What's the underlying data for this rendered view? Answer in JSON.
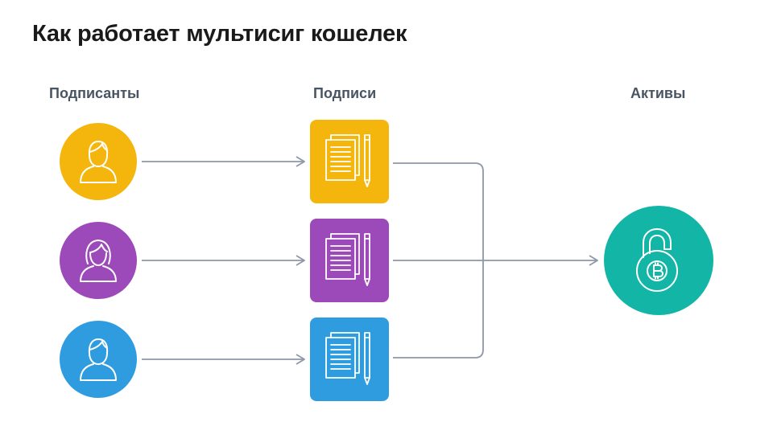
{
  "title": "Как работает мультисиг кошелек",
  "columns": {
    "signers": "Подписанты",
    "signatures": "Подписи",
    "assets": "Активы"
  },
  "colors": {
    "yellow": "#F4B60D",
    "purple": "#9C4AB9",
    "blue": "#2F9CE0",
    "teal": "#13B5A6",
    "connector": "#8E97A8",
    "title": "#1A1A1A",
    "header": "#4A5563"
  },
  "nodes": {
    "signers": [
      {
        "icon": "person-male-icon",
        "color": "#F4B60D"
      },
      {
        "icon": "person-female-icon",
        "color": "#9C4AB9"
      },
      {
        "icon": "person-male-icon",
        "color": "#2F9CE0"
      }
    ],
    "signatures": [
      {
        "icon": "signed-document-icon",
        "color": "#F4B60D"
      },
      {
        "icon": "signed-document-icon",
        "color": "#9C4AB9"
      },
      {
        "icon": "signed-document-icon",
        "color": "#2F9CE0"
      }
    ],
    "asset": {
      "icon": "bitcoin-padlock-unlocked-icon",
      "color": "#13B5A6"
    }
  }
}
